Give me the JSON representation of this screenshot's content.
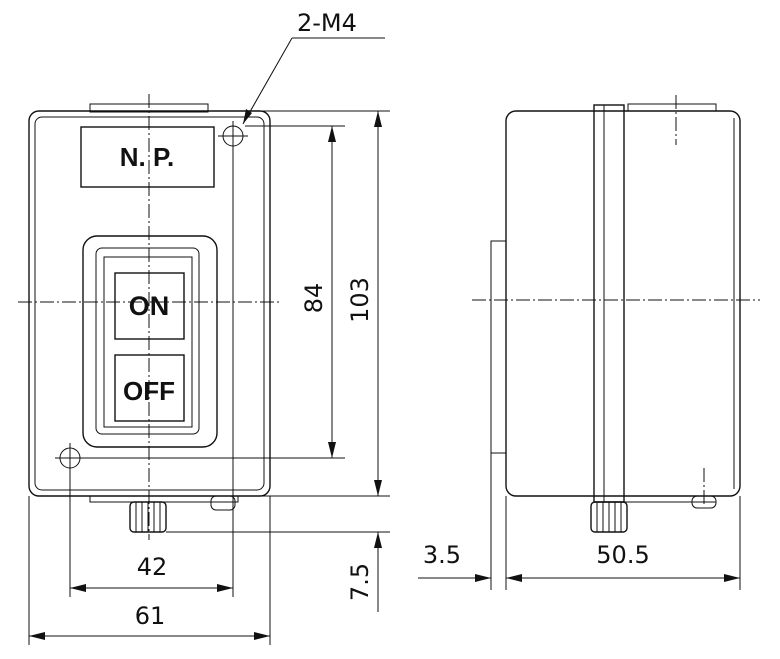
{
  "drawing": {
    "front_view": {
      "nameplate_text": "N. P.",
      "on_button_text": "ON",
      "off_button_text": "OFF"
    },
    "dimensions": {
      "mounting_holes": "2-M4",
      "hole_spacing_vertical": "84",
      "overall_height": "103",
      "hole_spacing_horizontal": "42",
      "overall_width": "61",
      "bottom_protrusion": "7.5",
      "side_offset": "3.5",
      "overall_depth": "50.5"
    }
  }
}
